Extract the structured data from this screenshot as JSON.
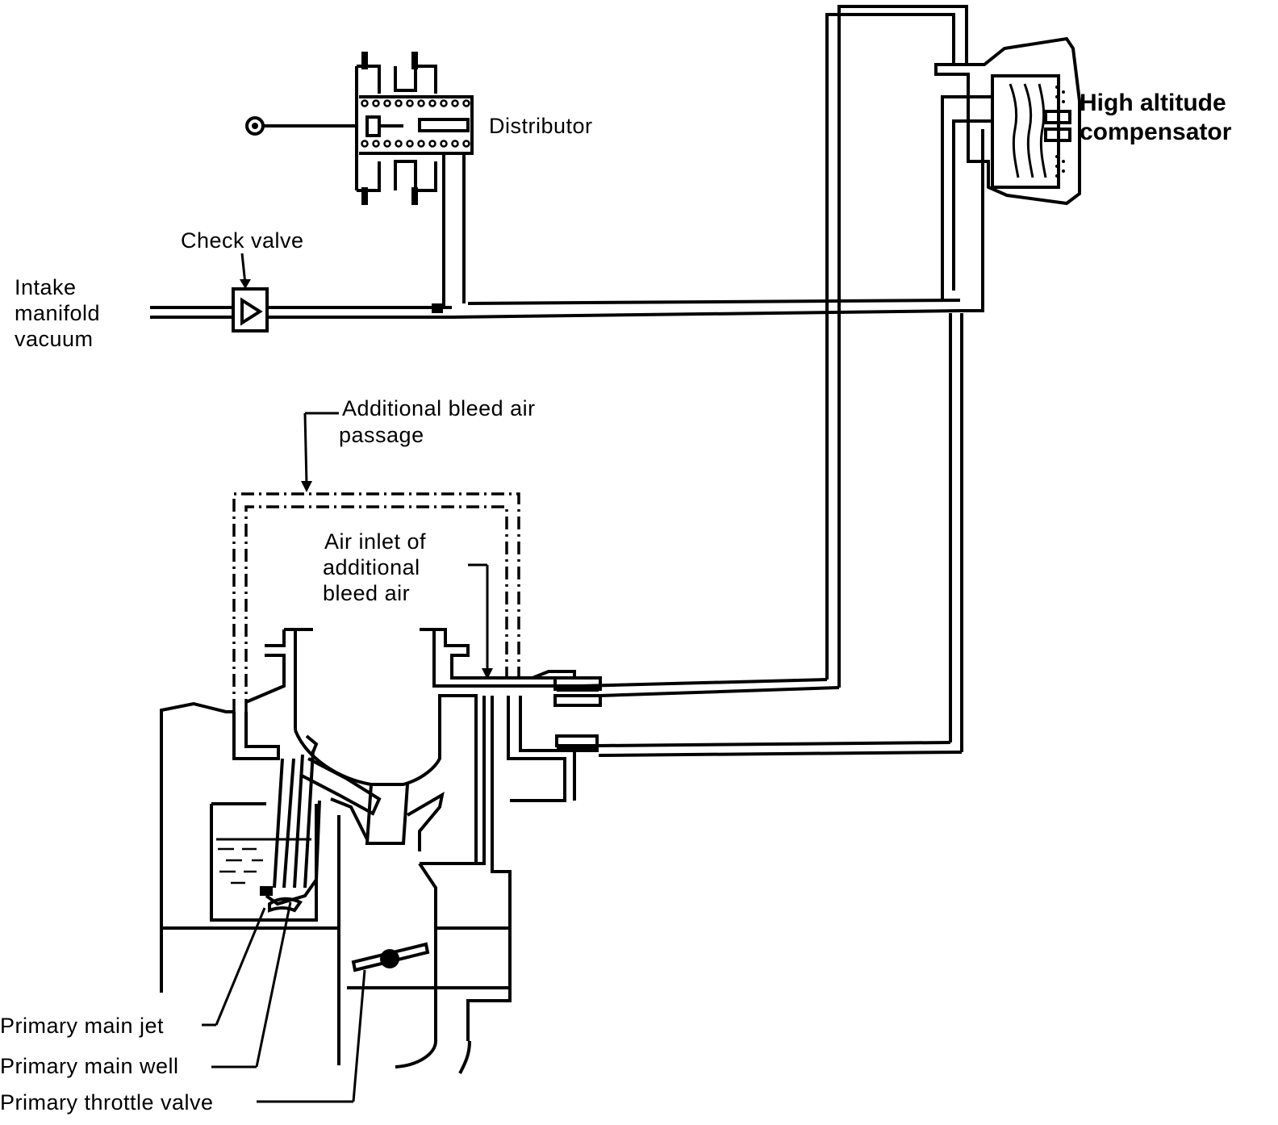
{
  "labels": {
    "distributor": "Distributor",
    "high_altitude_compensator": [
      "High altitude",
      "compensator"
    ],
    "check_valve": "Check valve",
    "intake_manifold_vacuum": [
      "Intake",
      "manifold",
      "vacuum"
    ],
    "additional_bleed_air_passage": [
      "Additional bleed air",
      "passage"
    ],
    "air_inlet": [
      "Air inlet of",
      "additional",
      "bleed air"
    ],
    "primary_main_jet": "Primary main jet",
    "primary_main_well": "Primary main well",
    "primary_throttle_valve": "Primary throttle valve"
  }
}
